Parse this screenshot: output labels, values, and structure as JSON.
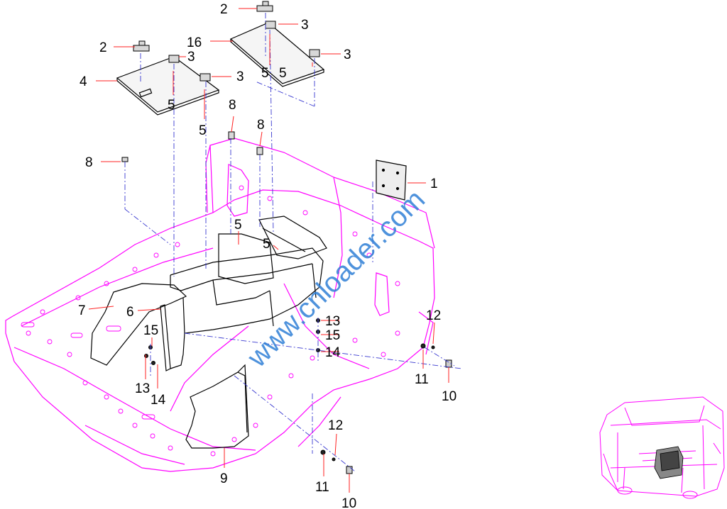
{
  "watermark": "www.cnloader.com",
  "colors": {
    "cab_outline": "#ff00ff",
    "parts": "#000000",
    "leader_lines": "#ff2222",
    "centerlines": "#3a3ad0",
    "watermark": "#2f7fd6"
  },
  "callouts": {
    "p1": "1",
    "p2": "2",
    "p3": "3",
    "p4": "4",
    "p5": "5",
    "p6": "6",
    "p7": "7",
    "p8": "8",
    "p9": "9",
    "p10": "10",
    "p11": "11",
    "p12": "12",
    "p13": "13",
    "p14": "14",
    "p15": "15",
    "p16": "16"
  }
}
